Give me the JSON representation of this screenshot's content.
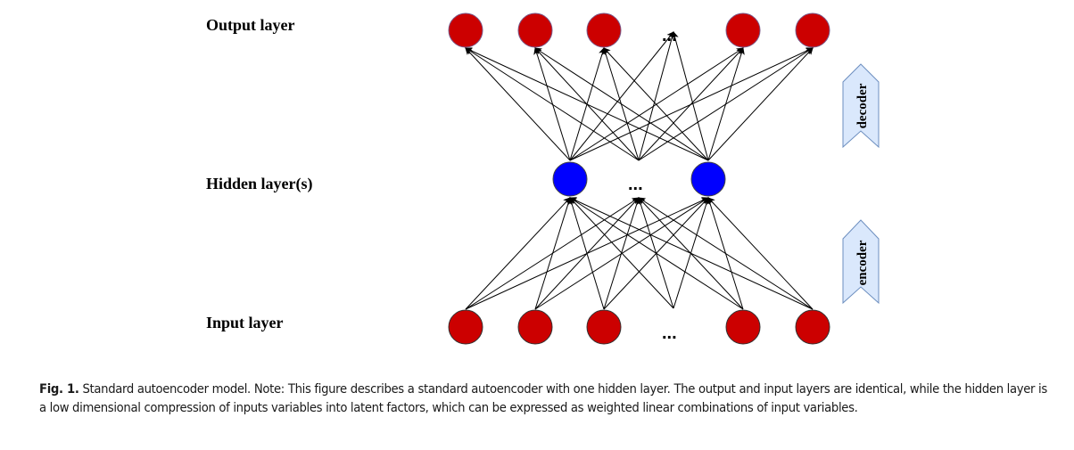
{
  "labels": {
    "output": "Output layer",
    "hidden": "Hidden layer(s)",
    "input": "Input layer"
  },
  "chevrons": {
    "decoder": "decoder",
    "encoder": "encoder"
  },
  "ellipsis": "...",
  "colors": {
    "io_node": "#cc0000",
    "hidden_node": "#0000ff",
    "chevron_fill": "#dae8fc",
    "chevron_stroke": "#6c8ebf",
    "edge": "#000000"
  },
  "network": {
    "output_nodes": 5,
    "hidden_nodes": 2,
    "input_nodes": 5,
    "ellipsis_in_each_layer": true,
    "connectivity": "fully connected"
  },
  "caption": {
    "label": "Fig. 1.",
    "text": " Standard autoencoder model. Note: This figure describes a standard autoencoder with one hidden layer. The output and input layers are identical, while the hidden layer is a low dimensional compression of inputs variables into latent factors, which can be expressed as weighted linear combinations of input variables."
  }
}
